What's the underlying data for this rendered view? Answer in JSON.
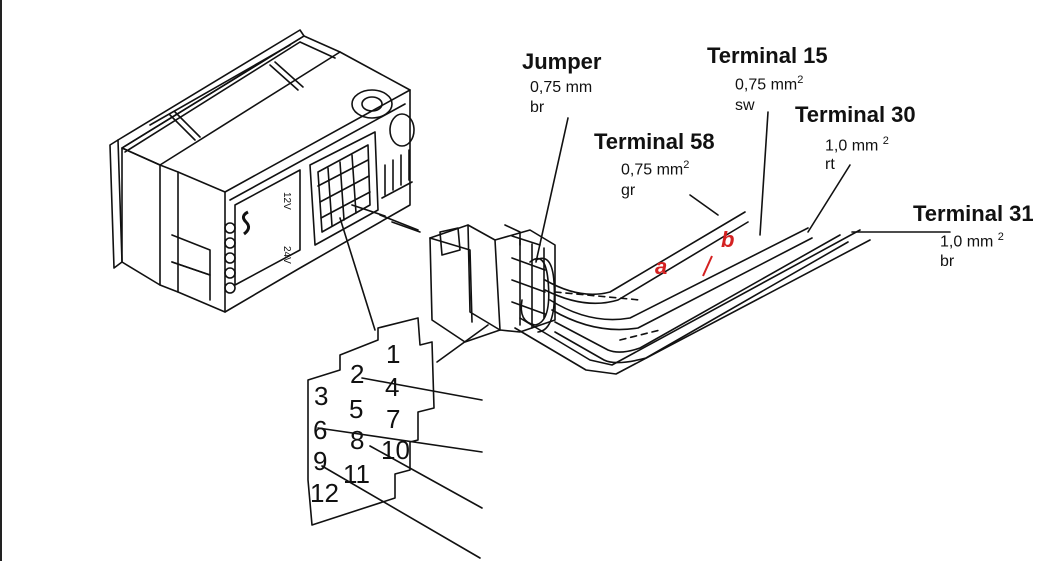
{
  "terminals": [
    {
      "id": "jumper",
      "title": "Jumper",
      "size": "0,75 mm",
      "sup": "",
      "code": "br"
    },
    {
      "id": "t58",
      "title": "Terminal 58",
      "size": "0,75 mm",
      "sup": "2",
      "code": "gr"
    },
    {
      "id": "t15",
      "title": "Terminal 15",
      "size": "0,75 mm",
      "sup": "2",
      "code": "sw"
    },
    {
      "id": "t30",
      "title": "Terminal 30",
      "size": "1,0 mm ",
      "sup": "2",
      "code": "rt"
    },
    {
      "id": "t31",
      "title": "Terminal 31",
      "size": "1,0 mm ",
      "sup": "2",
      "code": "br"
    }
  ],
  "markers": {
    "a": "a",
    "b": "b"
  },
  "pins": [
    "1",
    "2",
    "3",
    "4",
    "5",
    "6",
    "7",
    "8",
    "9",
    "10",
    "11",
    "12"
  ],
  "device": {
    "label_12v": "12V",
    "label_24v": "24V"
  },
  "colors": {
    "line": "#111111",
    "marker": "#d42121"
  }
}
